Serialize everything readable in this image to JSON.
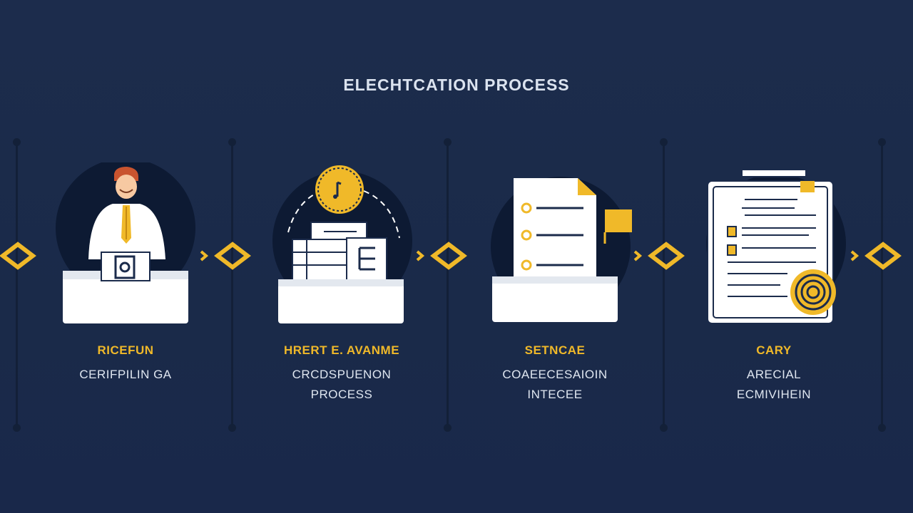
{
  "title": "ELECHTCATION PROCESS",
  "colors": {
    "background": "#1b2b4b",
    "accent": "#f0b929",
    "dark_circle": "#0d1a33",
    "white": "#ffffff"
  },
  "steps": [
    {
      "icon": "person-at-ballot-box-icon",
      "heading": "RICEFUN",
      "lines": [
        "CERIFPILIN GA"
      ]
    },
    {
      "icon": "stacked-documents-with-coin-icon",
      "heading": "HRERT E. AVANME",
      "lines": [
        "CRCDSPUENON",
        "PROCESS"
      ]
    },
    {
      "icon": "checklist-document-in-box-icon",
      "heading": "SETNCAE",
      "lines": [
        "COAEECESAIOIN",
        "INTECEE"
      ]
    },
    {
      "icon": "certificate-with-seal-icon",
      "heading": "CARY",
      "lines": [
        "ARECIAL",
        "ECMIVIHEIN"
      ]
    }
  ]
}
